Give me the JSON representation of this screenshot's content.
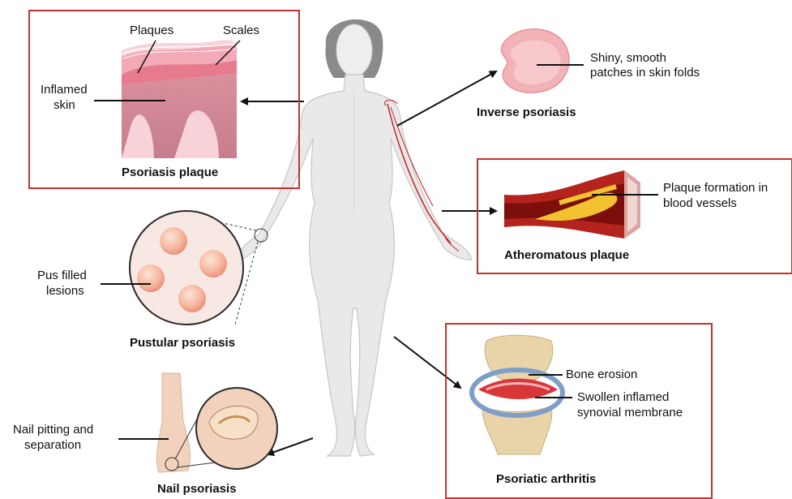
{
  "colors": {
    "frame": "#c8312d",
    "skin_pink": "#f2b9c0",
    "body_gray": "#e6e6e6",
    "vessel_red": "#b01e1a",
    "plaque_yellow": "#f2c230"
  },
  "panels": {
    "psoriasis_plaque": {
      "title": "Psoriasis plaque",
      "label_plaques": "Plaques",
      "label_scales": "Scales",
      "label_inflamed_l1": "Inflamed",
      "label_inflamed_l2": "skin"
    },
    "inverse_psoriasis": {
      "title": "Inverse psoriasis",
      "label_l1": "Shiny, smooth",
      "label_l2": "patches  in skin folds"
    },
    "atheromatous_plaque": {
      "title": "Atheromatous plaque",
      "label_l1": "Plaque formation in",
      "label_l2": "blood vessels"
    },
    "pustular_psoriasis": {
      "title": "Pustular psoriasis",
      "label_l1": "Pus filled",
      "label_l2": "lesions"
    },
    "psoriatic_arthritis": {
      "title": "Psoriatic arthritis",
      "label_bone": "Bone erosion",
      "label_l1": "Swollen inflamed",
      "label_l2": "synovial membrane"
    },
    "nail_psoriasis": {
      "title": "Nail psoriasis",
      "label_l1": "Nail pitting and",
      "label_l2": "separation"
    }
  }
}
